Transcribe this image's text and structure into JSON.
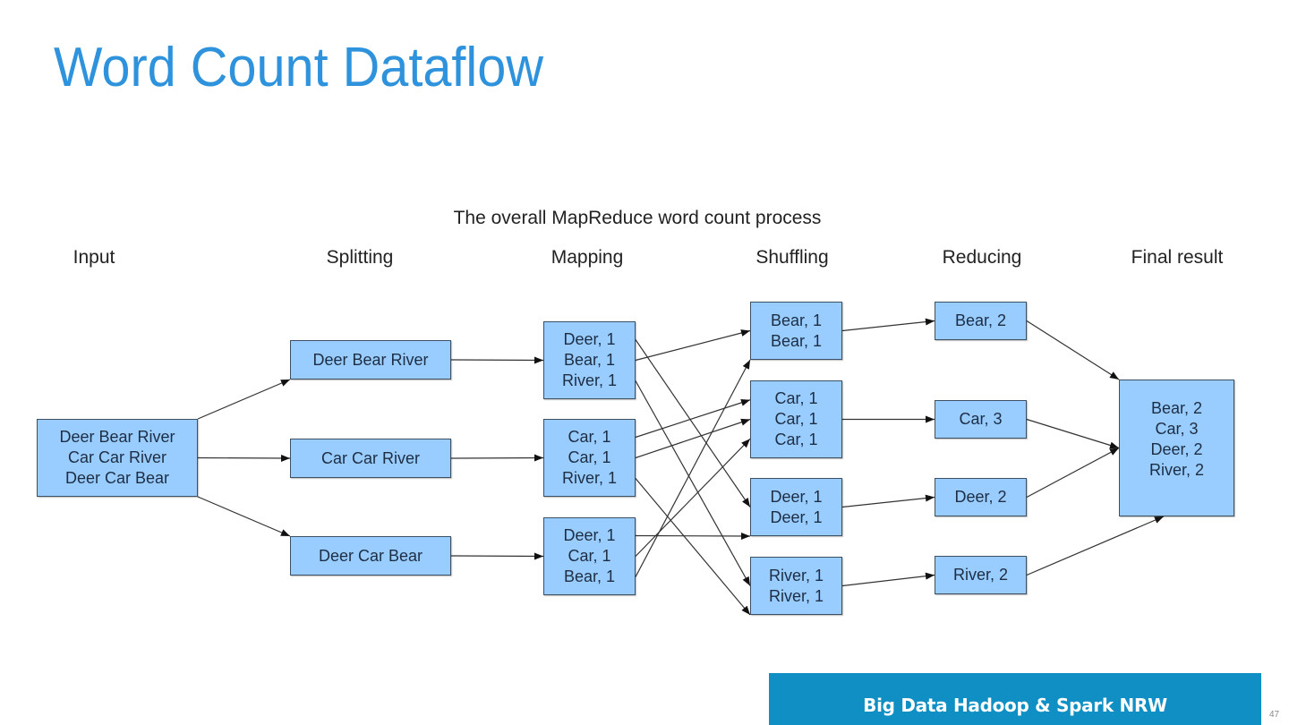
{
  "slide": {
    "title": "Word Count Dataflow",
    "footer": "Big Data Hadoop & Spark NRW",
    "page_number": "47"
  },
  "diagram": {
    "title": "The overall MapReduce word count process",
    "stages": [
      "Input",
      "Splitting",
      "Mapping",
      "Shuffling",
      "Reducing",
      "Final result"
    ],
    "nodes": {
      "input": [
        "Deer Bear River",
        "Car Car River",
        "Deer Car Bear"
      ],
      "split_1": [
        "Deer Bear River"
      ],
      "split_2": [
        "Car Car River"
      ],
      "split_3": [
        "Deer Car Bear"
      ],
      "map_1": [
        "Deer, 1",
        "Bear, 1",
        "River, 1"
      ],
      "map_2": [
        "Car, 1",
        "Car, 1",
        "River, 1"
      ],
      "map_3": [
        "Deer, 1",
        "Car, 1",
        "Bear, 1"
      ],
      "shuffle_bear": [
        "Bear, 1",
        "Bear, 1"
      ],
      "shuffle_car": [
        "Car, 1",
        "Car, 1",
        "Car, 1"
      ],
      "shuffle_deer": [
        "Deer, 1",
        "Deer, 1"
      ],
      "shuffle_river": [
        "River, 1",
        "River, 1"
      ],
      "reduce_bear": [
        "Bear, 2"
      ],
      "reduce_car": [
        "Car, 3"
      ],
      "reduce_deer": [
        "Deer, 2"
      ],
      "reduce_river": [
        "River, 2"
      ],
      "final": [
        "Bear, 2",
        "Car, 3",
        "Deer, 2",
        "River, 2"
      ]
    },
    "edges": [
      [
        "input",
        "split_1"
      ],
      [
        "input",
        "split_2"
      ],
      [
        "input",
        "split_3"
      ],
      [
        "split_1",
        "map_1"
      ],
      [
        "split_2",
        "map_2"
      ],
      [
        "split_3",
        "map_3"
      ],
      [
        "map_1",
        "shuffle_bear"
      ],
      [
        "map_1",
        "shuffle_deer"
      ],
      [
        "map_1",
        "shuffle_river"
      ],
      [
        "map_2",
        "shuffle_car"
      ],
      [
        "map_2",
        "shuffle_car"
      ],
      [
        "map_2",
        "shuffle_river"
      ],
      [
        "map_3",
        "shuffle_deer"
      ],
      [
        "map_3",
        "shuffle_car"
      ],
      [
        "map_3",
        "shuffle_bear"
      ],
      [
        "shuffle_bear",
        "reduce_bear"
      ],
      [
        "shuffle_car",
        "reduce_car"
      ],
      [
        "shuffle_deer",
        "reduce_deer"
      ],
      [
        "shuffle_river",
        "reduce_river"
      ],
      [
        "reduce_bear",
        "final"
      ],
      [
        "reduce_car",
        "final"
      ],
      [
        "reduce_deer",
        "final"
      ],
      [
        "reduce_river",
        "final"
      ]
    ]
  }
}
